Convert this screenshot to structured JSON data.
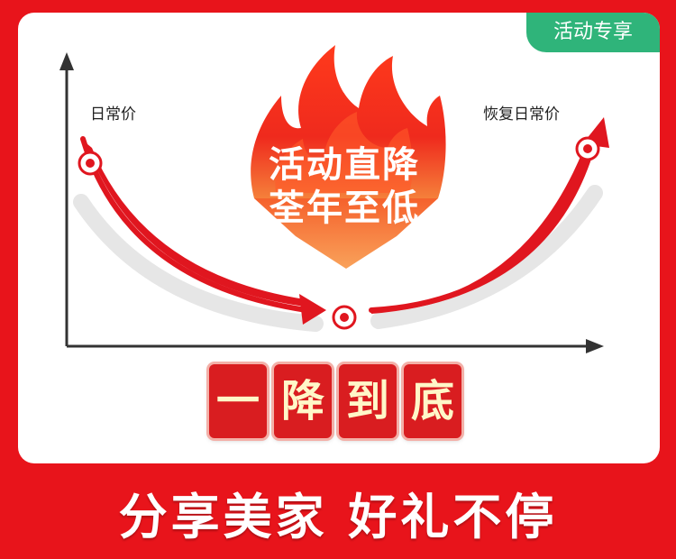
{
  "tag": {
    "label": "活动专享"
  },
  "chart": {
    "left_label": "日常价",
    "right_label": "恢复日常价"
  },
  "flame": {
    "line1": "活动直降",
    "line2": "荃年至低"
  },
  "slogan_chars": [
    "一",
    "降",
    "到",
    "底"
  ],
  "banner": {
    "text": "分享美家 好礼不停"
  },
  "colors": {
    "background": "#e8141b",
    "tag_green": "#2fb47a",
    "arrow_red": "#e0161f",
    "flame_red": "#ee2b1f",
    "flame_orange": "#f6883a",
    "box_red": "#d91d20",
    "box_text": "#fff7c8"
  },
  "icons": [
    "target-icon",
    "fire-icon",
    "arrow-down-icon",
    "axis-arrow-icon"
  ]
}
